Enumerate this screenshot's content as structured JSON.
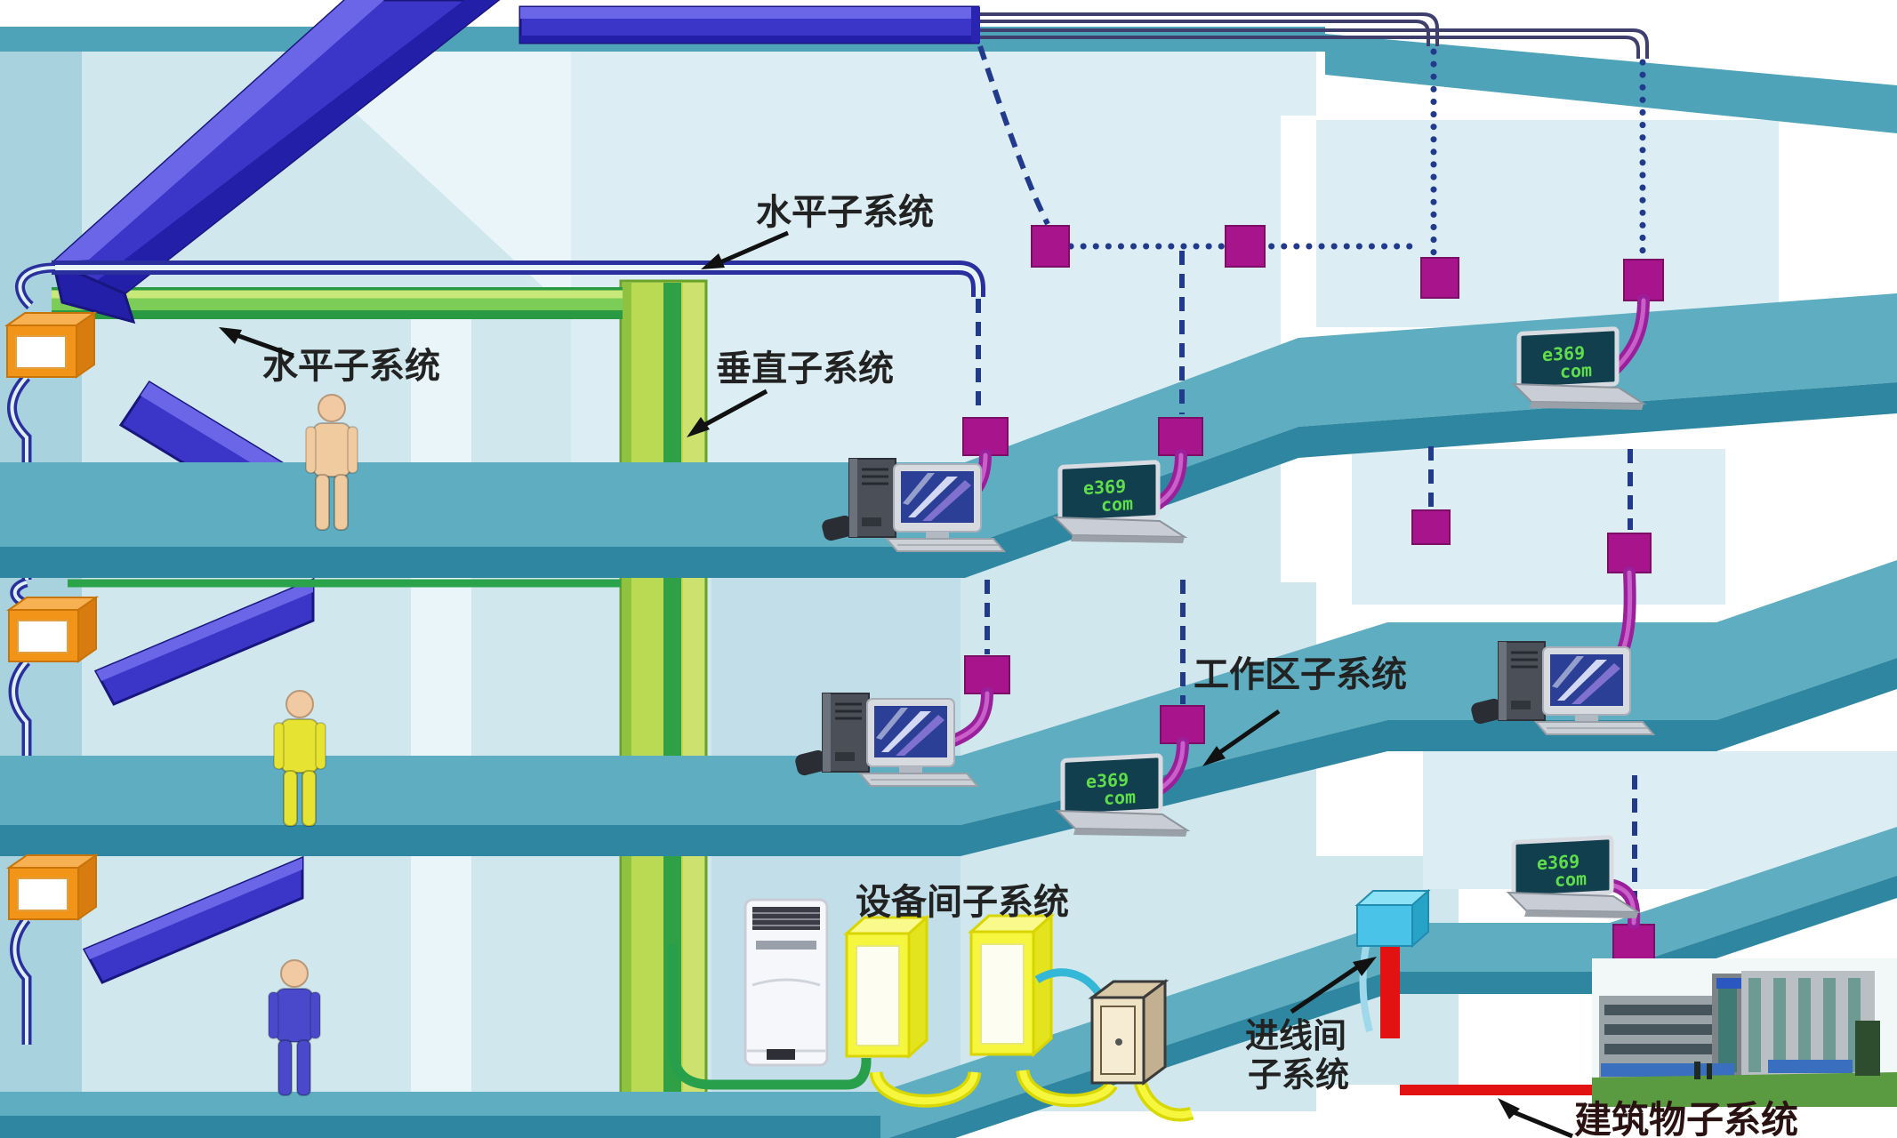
{
  "diagram": {
    "type": "building-cabling-subsystems",
    "labels": {
      "horizontal_top": "水平子系统",
      "horizontal_left": "水平子系统",
      "vertical": "垂直子系统",
      "work_area": "工作区子系统",
      "equipment_room": "设备间子系统",
      "entrance_line1": "进线间",
      "entrance_line2": "子系统",
      "building": "建筑物子系统"
    },
    "screens": {
      "line1": "e369",
      "line2": "com"
    },
    "components": {
      "backbone_duct": "blue-riser-duct",
      "vertical_shaft": "green-vertical-duct",
      "floor_distributor": "orange-distribution-box",
      "outlet": "magenta-information-outlet",
      "workstations": [
        "desktop-computer",
        "laptop-computer"
      ],
      "equipment": [
        "air-conditioner-unit",
        "server-cabinet",
        "server-cabinet",
        "safe-cabinet"
      ],
      "entrance": [
        "cyan-junction-cube",
        "red-entrance-riser"
      ],
      "building_photo": "campus-building-photo",
      "people": [
        "person-tan",
        "person-yellow",
        "person-blue"
      ]
    },
    "colors": {
      "slab_surface": "#5fadc0",
      "slab_edge": "#2f86a0",
      "wall_light": "#cfe7ed",
      "wall_lighter": "#dceef3",
      "wall_dark": "#a8d2dd",
      "duct_blue": "#3b36c8",
      "duct_blue_dark": "#241fa8",
      "duct_blue_light": "#6b66e8",
      "green_duct": "#b9da52",
      "green_cable": "#2ba34a",
      "cable_navy": "#2a2f9e",
      "dashed_navy": "#223a8c",
      "outlet_magenta": "#a8148c",
      "cable_purple": "#9a1f9a",
      "distributor_orange": "#f29418",
      "rack_yellow": "#f4f43a",
      "entrance_red": "#e31212",
      "entrance_cyan": "#49c3e8"
    }
  }
}
